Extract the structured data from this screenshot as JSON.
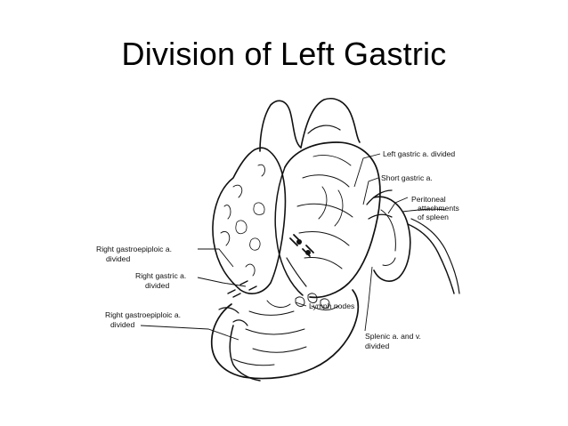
{
  "title": "Division of Left Gastric",
  "labels": {
    "left_gastric": "Left gastric a. divided",
    "short_gastric": "Short gastric a.",
    "peritoneal_1": "Peritoneal",
    "peritoneal_2": "attachments",
    "peritoneal_3": "of spleen",
    "right_gastroepiploic_top_1": "Right gastroepiploic a.",
    "right_gastroepiploic_top_2": "divided",
    "right_gastric_1": "Right gastric a.",
    "right_gastric_2": "divided",
    "right_gastroepiploic_bottom_1": "Right gastroepiploic a.",
    "right_gastroepiploic_bottom_2": "divided",
    "lymph_nodes": "Lymph nodes",
    "splenic_1": "Splenic a. and v.",
    "splenic_2": "divided"
  }
}
